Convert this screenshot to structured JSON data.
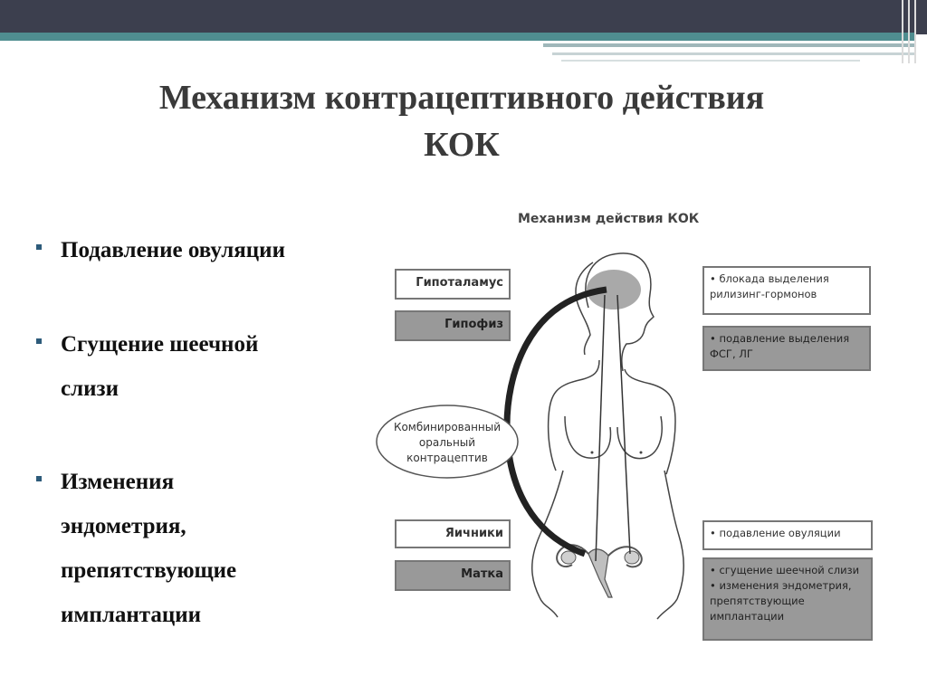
{
  "slide": {
    "title_line1": "Механизм контрацептивного действия",
    "title_line2": "КОК",
    "bullets": [
      {
        "lines": [
          "Подавление овуляции"
        ]
      },
      {
        "lines": [
          "Сгущение шеечной",
          "слизи"
        ]
      },
      {
        "lines": [
          "Изменения",
          "эндометрия,",
          "препятствующие",
          "имплантации"
        ]
      }
    ]
  },
  "diagram": {
    "title": "Механизм действия КОК",
    "organs": {
      "hypothalamus": "Гипоталамус",
      "pituitary": "Гипофиз",
      "ovaries": "Яичники",
      "uterus": "Матка"
    },
    "ellipse": [
      "Комбинированный",
      "оральный",
      "контрацептив"
    ],
    "effects": {
      "hypothalamus_box": [
        "• блокада выделения",
        "  рилизинг-гормонов"
      ],
      "pituitary_box": [
        "• подавление выделения",
        "  ФСГ, ЛГ"
      ],
      "ovaries_box": [
        "• подавление овуляции"
      ],
      "uterus_box": [
        "• сгущение шеечной слизи",
        "• изменения эндометрия,",
        "  препятствующие",
        "  имплантации"
      ]
    }
  },
  "colors": {
    "top_bar": "#3c3f4e",
    "accent_teal": "#4f8d90",
    "bullet_marker": "#2d5b7a",
    "dark_box": "#999999"
  }
}
